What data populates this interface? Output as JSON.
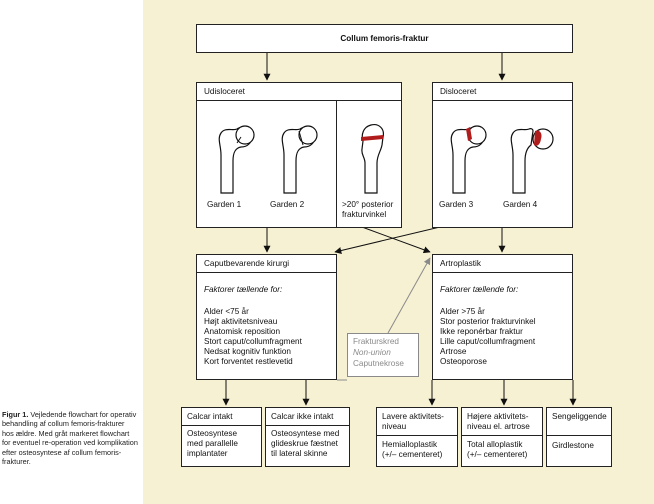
{
  "caption": {
    "label": "Figur 1.",
    "text": "Vejledende flowchart for operativ behandling af collum femoris-frakturer hos ældre. Med gråt markeret flowchart for eventuel re-operation ved komplikation efter osteosyntese af collum femoris-frakturer."
  },
  "top": {
    "title": "Collum femoris-fraktur"
  },
  "undisplaced": {
    "title": "Udisloceret",
    "labels": [
      "Garden 1",
      "Garden 2",
      ">20° posterior\nfrakturvinkel"
    ]
  },
  "displaced": {
    "title": "Disloceret",
    "labels": [
      "Garden 3",
      "Garden 4"
    ]
  },
  "headpreserving": {
    "title": "Caputbevarende kirurgi",
    "subtitle": "Faktorer tællende for:",
    "items": "Alder <75 år\nHøjt aktivitetsniveau\nAnatomisk reposition\nStort caput/collumfragment\nNedsat kognitiv funktion\nKort forventet restlevetid"
  },
  "arthroplasty": {
    "title": "Artroplastik",
    "subtitle": "Faktorer tællende for:",
    "items": "Alder >75 år\nStor posterior frakturvinkel\nIkke reponérbar fraktur\nLille caput/collumfragment\nArtrose\nOsteoporose"
  },
  "complications": {
    "line1": "Frakturskred",
    "line2": "Non-union",
    "line3": "Caputnekrose"
  },
  "outcomes": [
    {
      "title": "Calcar intakt",
      "body": "Osteosyntese\nmed parallelle\nimplantater"
    },
    {
      "title": "Calcar ikke intakt",
      "body": "Osteosyntese med\nglideskrue fæstnet\ntil lateral skinne"
    },
    {
      "title": "Lavere aktivitets-\nniveau",
      "body": "Hemialloplastik\n(+/– cementeret)"
    },
    {
      "title": "Højere aktivitets-\nniveau el. artrose",
      "body": "Total alloplastik\n(+/– cementeret)"
    },
    {
      "title": "Sengeliggende",
      "body": "Girdlestone"
    }
  ],
  "colors": {
    "panel": "#f6f1d3",
    "fracture": "#b01c1c",
    "grey": "#8a8a8a"
  }
}
